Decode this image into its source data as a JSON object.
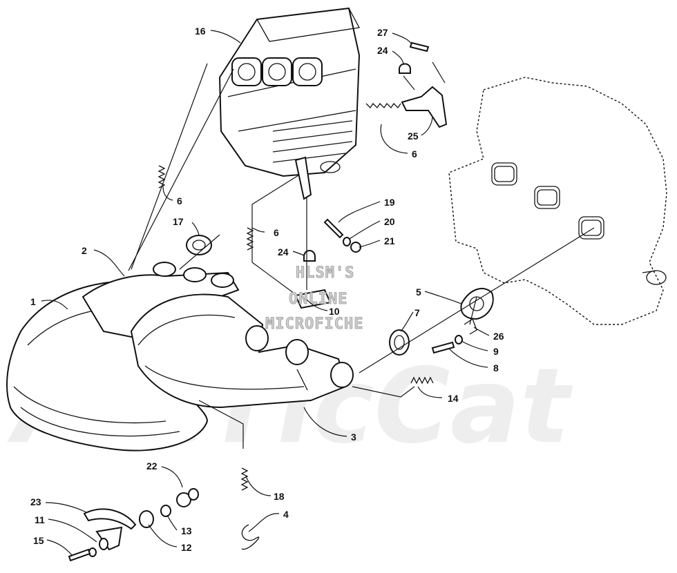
{
  "watermark": {
    "lines": [
      "HLSM'S",
      "ONLINE",
      "MICROFICHE"
    ],
    "background_brand": "ArcTicCat"
  },
  "callouts": {
    "c1": "1",
    "c2": "2",
    "c3": "3",
    "c4": "4",
    "c5": "5",
    "c6a": "6",
    "c6b": "6",
    "c6c": "6",
    "c7": "7",
    "c8": "8",
    "c9": "9",
    "c10": "10",
    "c11": "11",
    "c12": "12",
    "c13": "13",
    "c14": "14",
    "c15": "15",
    "c16": "16",
    "c17": "17",
    "c18": "18",
    "c19": "19",
    "c20": "20",
    "c21": "21",
    "c22": "22",
    "c23": "23",
    "c24a": "24",
    "c24b": "24",
    "c25": "25",
    "c26": "26",
    "c27": "27"
  }
}
